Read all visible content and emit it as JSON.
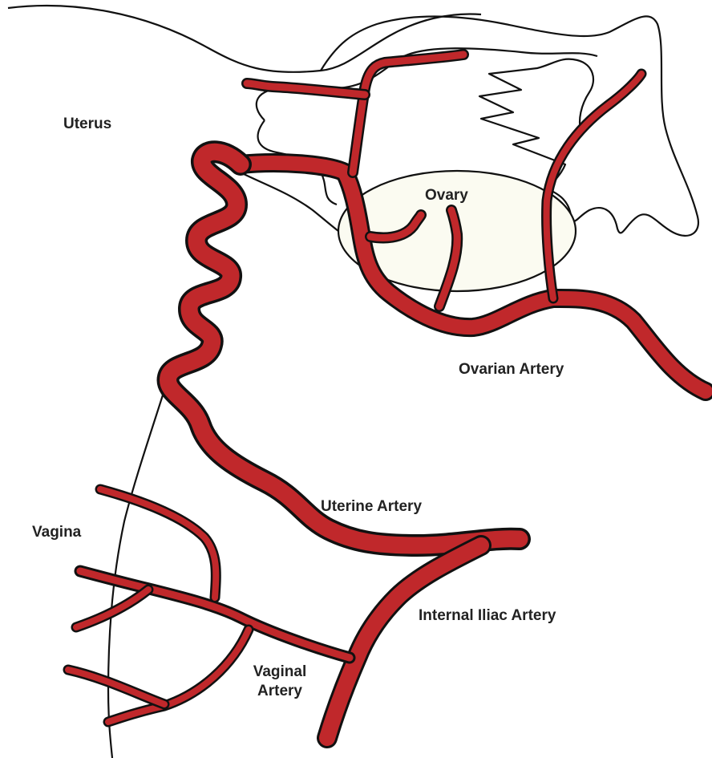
{
  "labels": {
    "uterus": "Uterus",
    "ovary": "Ovary",
    "ovarian_artery": "Ovarian Artery",
    "uterine_artery": "Uterine Artery",
    "vagina": "Vagina",
    "internal_iliac_artery": "Internal Iliac Artery",
    "vaginal_artery_line1": "Vaginal",
    "vaginal_artery_line2": "Artery"
  },
  "colors": {
    "artery_fill": "#c0282b",
    "outline": "#111111",
    "ovary_fill": "#fbfbf1",
    "label_text": "#222222"
  }
}
